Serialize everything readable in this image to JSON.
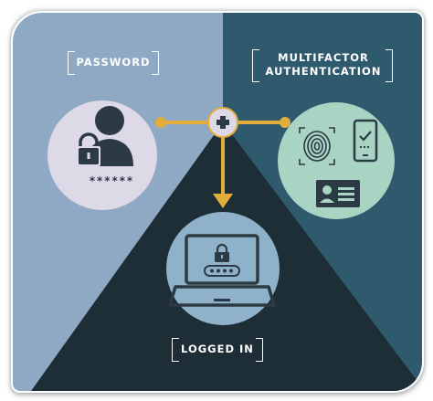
{
  "labels": {
    "password": "PASSWORD",
    "mfa_line1": "MULTIFACTOR",
    "mfa_line2": "AUTHENTICATION",
    "logged_in": "LOGGED IN"
  },
  "password_mask": "******",
  "icons": {
    "plus": "plus-icon",
    "user": "user-icon",
    "padlock": "padlock-icon",
    "fingerprint": "fingerprint-icon",
    "phone": "smartphone-check-icon",
    "id_card": "id-card-icon",
    "laptop": "laptop-icon",
    "arrow": "arrow-down-icon"
  },
  "colors": {
    "left_panel": "#8fa9c5",
    "right_panel": "#2f5a6d",
    "triangle": "#1e2e36",
    "password_circle": "#ddd9e6",
    "mfa_circle": "#a9d4c3",
    "laptop_circle": "#8fb1c9",
    "connector": "#e3ad3b",
    "icon_dark": "#2b3a45"
  }
}
